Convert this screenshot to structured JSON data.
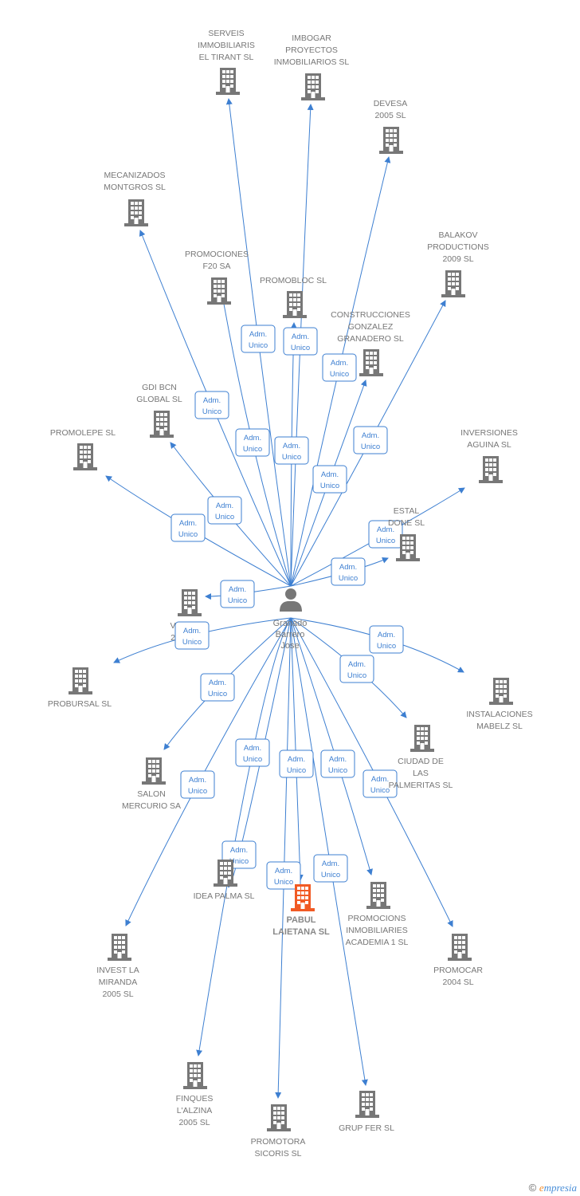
{
  "center": {
    "label_lines": [
      "Granado",
      "Barrero",
      "Jose"
    ],
    "icon": "person-icon"
  },
  "edge_label_lines": [
    "Adm.",
    "Unico"
  ],
  "colors": {
    "edge": "#3d7fd1",
    "company": "#777777",
    "highlight": "#f15a24"
  },
  "companies": [
    {
      "id": "serveis",
      "lines": [
        "SERVEIS",
        "IMMOBILIARIS",
        "EL TIRANT SL"
      ],
      "icon": "building-icon"
    },
    {
      "id": "imbogar",
      "lines": [
        "IMBOGAR",
        "PROYECTOS",
        "INMOBILIARIOS SL"
      ],
      "icon": "building-icon"
    },
    {
      "id": "devesa",
      "lines": [
        "DEVESA",
        "2005 SL"
      ],
      "icon": "building-icon"
    },
    {
      "id": "mecanizados",
      "lines": [
        "MECANIZADOS",
        "MONTGROS SL"
      ],
      "icon": "building-icon"
    },
    {
      "id": "balakov",
      "lines": [
        "BALAKOV",
        "PRODUCTIONS",
        "2009 SL"
      ],
      "icon": "building-icon"
    },
    {
      "id": "promociones-f20",
      "lines": [
        "PROMOCIONES",
        "F20 SA"
      ],
      "icon": "building-icon"
    },
    {
      "id": "promobloc",
      "lines": [
        "PROMOBLOC SL"
      ],
      "icon": "building-icon"
    },
    {
      "id": "construcciones",
      "lines": [
        "CONSTRUCCIONES",
        "GONZALEZ",
        "GRANADERO SL"
      ],
      "icon": "building-icon"
    },
    {
      "id": "gdi",
      "lines": [
        "GDI BCN",
        "GLOBAL SL"
      ],
      "icon": "building-icon"
    },
    {
      "id": "promolepe",
      "lines": [
        "PROMOLEPE SL"
      ],
      "icon": "building-icon"
    },
    {
      "id": "inversiones",
      "lines": [
        "INVERSIONES",
        "AGUINA SL"
      ],
      "icon": "building-icon"
    },
    {
      "id": "estal",
      "lines": [
        "ESTAL",
        "DONE SL"
      ],
      "icon": "building-icon"
    },
    {
      "id": "v2",
      "lines": [
        "V",
        "2"
      ],
      "icon": "building-icon"
    },
    {
      "id": "probursal",
      "lines": [
        "PROBURSAL SL"
      ],
      "icon": "building-icon"
    },
    {
      "id": "instalaciones",
      "lines": [
        "INSTALACIONES",
        "MABELZ SL"
      ],
      "icon": "building-icon"
    },
    {
      "id": "ciudad",
      "lines": [
        "CIUDAD DE",
        "LAS",
        "PALMERITAS SL"
      ],
      "icon": "building-icon"
    },
    {
      "id": "salon",
      "lines": [
        "SALON",
        "MERCURIO SA"
      ],
      "icon": "building-icon"
    },
    {
      "id": "idea",
      "lines": [
        "IDEA PALMA SL"
      ],
      "icon": "building-icon"
    },
    {
      "id": "pabul",
      "lines": [
        "PABUL",
        "LAIETANA SL"
      ],
      "icon": "building-icon",
      "highlight": true
    },
    {
      "id": "promocions",
      "lines": [
        "PROMOCIONS",
        "INMOBILIARIES",
        "ACADEMIA 1 SL"
      ],
      "icon": "building-icon"
    },
    {
      "id": "invest",
      "lines": [
        "INVEST LA",
        "MIRANDA",
        "2005 SL"
      ],
      "icon": "building-icon"
    },
    {
      "id": "promocar",
      "lines": [
        "PROMOCAR",
        "2004 SL"
      ],
      "icon": "building-icon"
    },
    {
      "id": "finques",
      "lines": [
        "FINQUES",
        "L'ALZINA",
        "2005 SL"
      ],
      "icon": "building-icon"
    },
    {
      "id": "promotora",
      "lines": [
        "PROMOTORA",
        "SICORIS SL"
      ],
      "icon": "building-icon"
    },
    {
      "id": "grup",
      "lines": [
        "GRUP FER SL"
      ],
      "icon": "building-icon"
    }
  ],
  "footer": {
    "copyright": "©",
    "brand_first": "e",
    "brand_rest": "mpresia"
  }
}
